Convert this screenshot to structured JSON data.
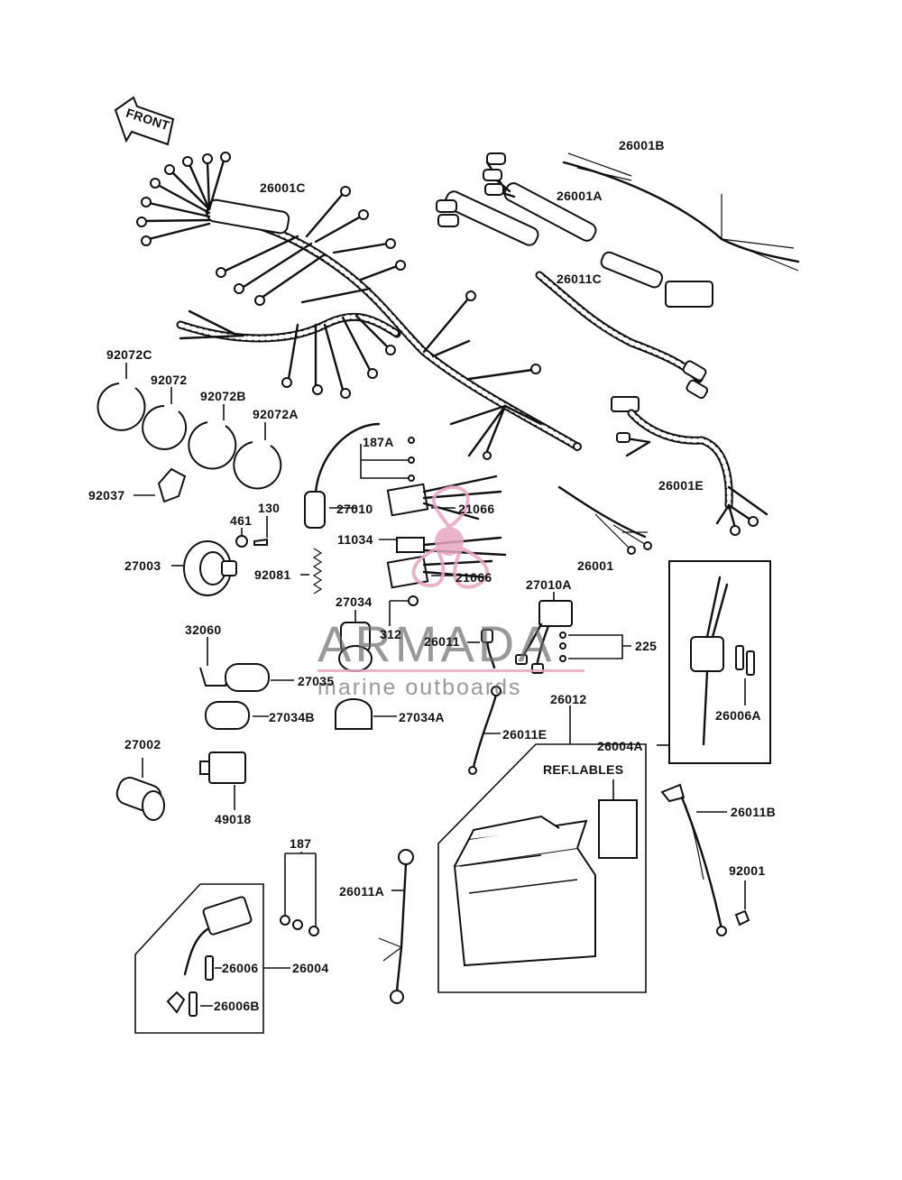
{
  "front_label": "FRONT",
  "ref_label": "REF.LABLES",
  "watermark": {
    "brand": "ARMADA",
    "tagline": "marine outboards",
    "accent": "#e7a6c0",
    "gray": "#6a6a6a"
  },
  "parts": {
    "p26001C": "26001C",
    "p26001B": "26001B",
    "p26001A": "26001A",
    "p26011C": "26011C",
    "p26001E": "26001E",
    "p26001": "26001",
    "p92072C": "92072C",
    "p92072": "92072",
    "p92072B": "92072B",
    "p92072A": "92072A",
    "p92037": "92037",
    "p187A": "187A",
    "p27010": "27010",
    "p21066a": "21066",
    "p11034": "11034",
    "p21066b": "21066",
    "p461": "461",
    "p130": "130",
    "p27003": "27003",
    "p92081": "92081",
    "p27034": "27034",
    "p312": "312",
    "p26011": "26011",
    "p27010A": "27010A",
    "p225": "225",
    "p32060": "32060",
    "p27035": "27035",
    "p27034B": "27034B",
    "p27034A": "27034A",
    "p26011E": "26011E",
    "p26012": "26012",
    "p26004A": "26004A",
    "p26006A": "26006A",
    "p27002": "27002",
    "p49018": "49018",
    "p26011B": "26011B",
    "p92001": "92001",
    "p187": "187",
    "p26011A": "26011A",
    "p26006": "26006",
    "p26004": "26004",
    "p26006B": "26006B"
  }
}
